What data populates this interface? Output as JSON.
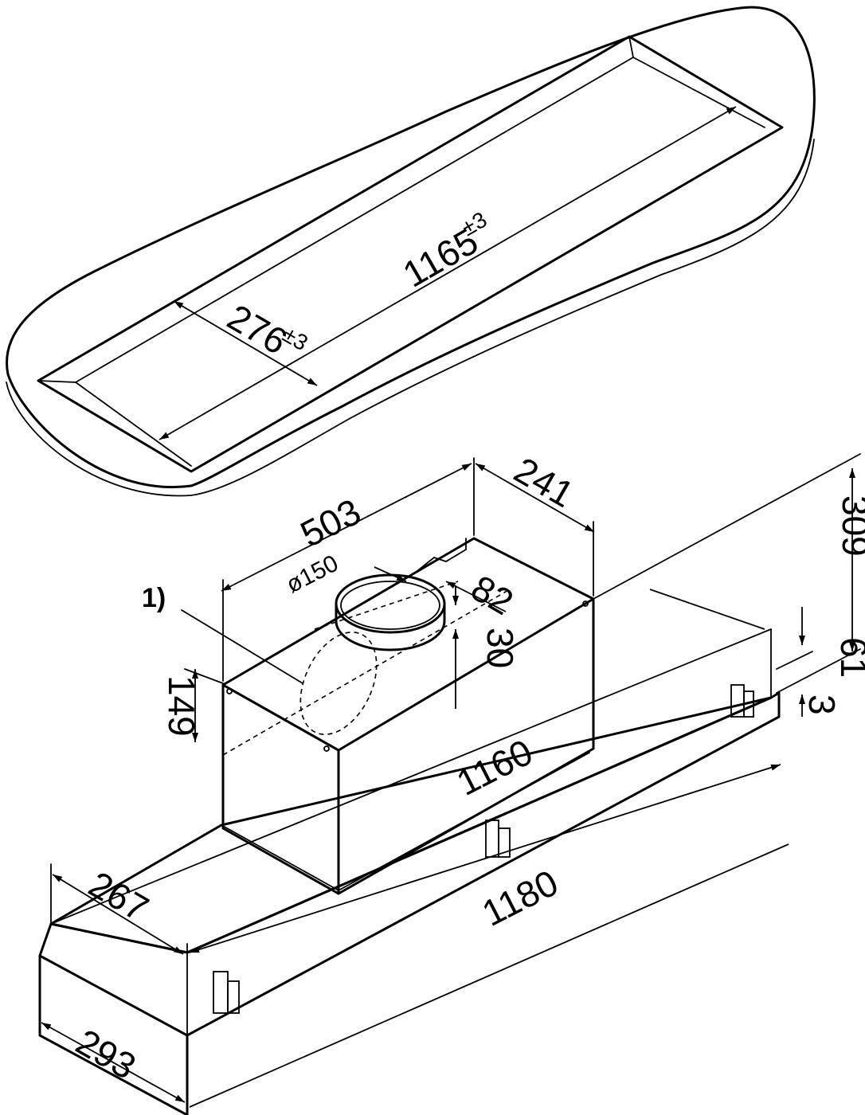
{
  "diagram": {
    "cutout": {
      "length_value": "1165",
      "length_tol": "±3",
      "width_value": "276",
      "width_tol": "±3"
    },
    "unit": {
      "duct_diameter": "ø150",
      "callout": "1)",
      "d_503": "503",
      "d_241": "241",
      "d_82": "82",
      "d_30": "30",
      "d_149": "149",
      "d_309": "309",
      "d_61": "61",
      "d_3": "3",
      "d_1160": "1160",
      "d_267": "267",
      "d_1180": "1180",
      "d_293": "293"
    }
  }
}
